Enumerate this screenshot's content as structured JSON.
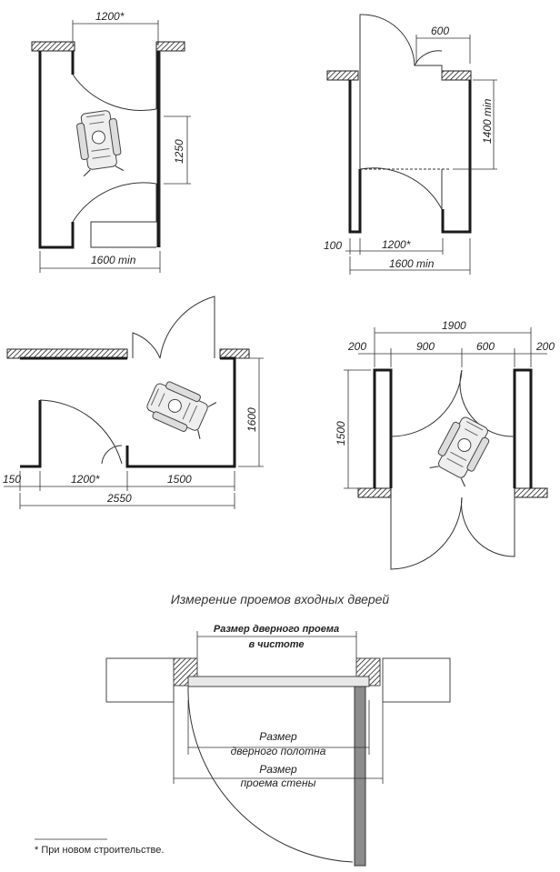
{
  "diagram_a": {
    "label_opening": "1200*",
    "label_depth": "1250",
    "label_width": "1600 min"
  },
  "diagram_b": {
    "label_door": "600",
    "label_depth": "1400 min",
    "label_side": "100",
    "label_opening": "1200*",
    "label_width": "1600 min"
  },
  "diagram_c": {
    "label_depth": "1600",
    "label_side": "150",
    "label_opening": "1200*",
    "label_rest": "1500",
    "label_total": "2550"
  },
  "diagram_d": {
    "label_total": "1900",
    "label_left": "200",
    "label_door_a": "900",
    "label_door_b": "600",
    "label_right": "200",
    "label_depth": "1500"
  },
  "caption": "Измерение проемов входных дверей",
  "detail": {
    "label_clear_line1": "Размер дверного проема",
    "label_clear_line2": "в чистоте",
    "label_leaf_line1": "Размер",
    "label_leaf_line2": "дверного полотна",
    "label_wall_line1": "Размер",
    "label_wall_line2": "проема стены"
  },
  "footnote": "* При новом строительстве."
}
